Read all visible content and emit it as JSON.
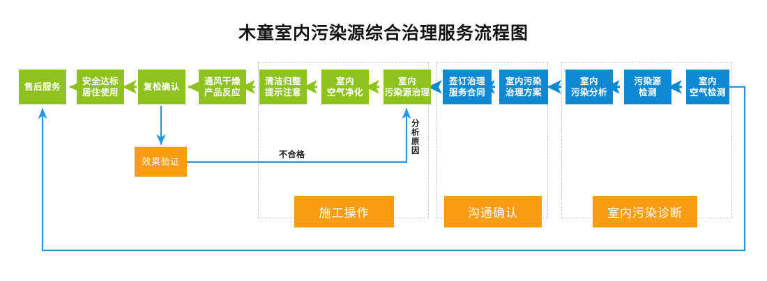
{
  "title": "木童室内污染源综合治理服务流程图",
  "colors": {
    "green": "#8DC21F",
    "blue": "#1089D3",
    "orange": "#F89C14",
    "line_blue": "#1089D3",
    "frame_dashed": "#C9C9C9",
    "title_text": "#141414",
    "background": "#FFFFFF"
  },
  "flow": {
    "green_nodes": [
      {
        "id": "after-sales-service",
        "label": "售后服务"
      },
      {
        "id": "safe-standard-occupancy",
        "label": "安全达标\n居住使用"
      },
      {
        "id": "recheck-confirm",
        "label": "复检确认"
      },
      {
        "id": "ventilate-dry-product-reaction",
        "label": "通风干燥\n产品反应"
      },
      {
        "id": "clean-tidy-notice",
        "label": "清洁归整\n提示注意"
      },
      {
        "id": "indoor-air-purification",
        "label": "室内\n空气净化"
      },
      {
        "id": "indoor-pollution-source-treatment",
        "label": "室内\n污染源治理"
      }
    ],
    "blue_nodes": [
      {
        "id": "sign-treatment-service-contract",
        "label": "签订治理\n服务合同"
      },
      {
        "id": "indoor-pollution-treatment-plan",
        "label": "室内污染\n治理方案"
      },
      {
        "id": "indoor-pollution-analysis",
        "label": "室内\n污染分析"
      },
      {
        "id": "pollution-source-detection",
        "label": "污染源\n检测"
      },
      {
        "id": "indoor-air-detection",
        "label": "室内\n空气检测"
      }
    ],
    "orange_nodes": [
      {
        "id": "effect-verification",
        "label": "效果验证"
      }
    ],
    "edge_labels": [
      {
        "id": "unqualified",
        "label": "不合格"
      },
      {
        "id": "analyze-cause",
        "label": "分析原因"
      }
    ]
  },
  "sections": [
    {
      "id": "construction-operation",
      "label": "施工操作"
    },
    {
      "id": "communication-confirmation",
      "label": "沟通确认"
    },
    {
      "id": "indoor-pollution-diagnosis",
      "label": "室内污染诊断"
    }
  ]
}
